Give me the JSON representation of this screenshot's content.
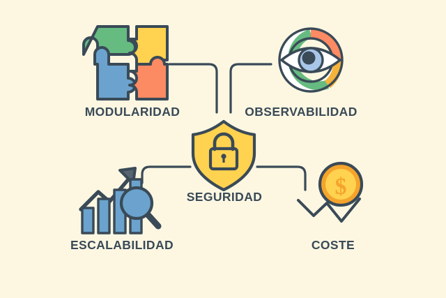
{
  "diagram": {
    "background_color": "#FDF7E2",
    "stroke_color": "#3A4A57",
    "palette": {
      "green": "#66BB80",
      "yellow": "#FFD24F",
      "blue": "#6BA3CE",
      "orange": "#FC8A63",
      "coin_ring": "#F5A42B",
      "dark": "#3A4A57",
      "white": "#FFFFFF",
      "eye_iris": "#A8C6E8"
    },
    "center": {
      "label": "SEGURIDAD",
      "icon": "shield-lock-icon"
    },
    "nodes": [
      {
        "id": "modularidad",
        "label": "MODULARIDAD",
        "icon": "puzzle-icon",
        "position": "top-left",
        "piece_colors": [
          "#66BB80",
          "#FFD24F",
          "#6BA3CE",
          "#FC8A63"
        ]
      },
      {
        "id": "observabilidad",
        "label": "OBSERVABILIDAD",
        "icon": "eye-donut-icon",
        "position": "top-right",
        "ring_colors": [
          "#66BB80",
          "#FC8A63",
          "#F5B33B"
        ]
      },
      {
        "id": "escalabilidad",
        "label": "ESCALABILIDAD",
        "icon": "growth-chart-magnifier-icon",
        "position": "bottom-left",
        "bar_color": "#6BA3CE"
      },
      {
        "id": "coste",
        "label": "COSTE",
        "icon": "dollar-coin-icon",
        "position": "bottom-right",
        "symbol": "$"
      }
    ]
  }
}
